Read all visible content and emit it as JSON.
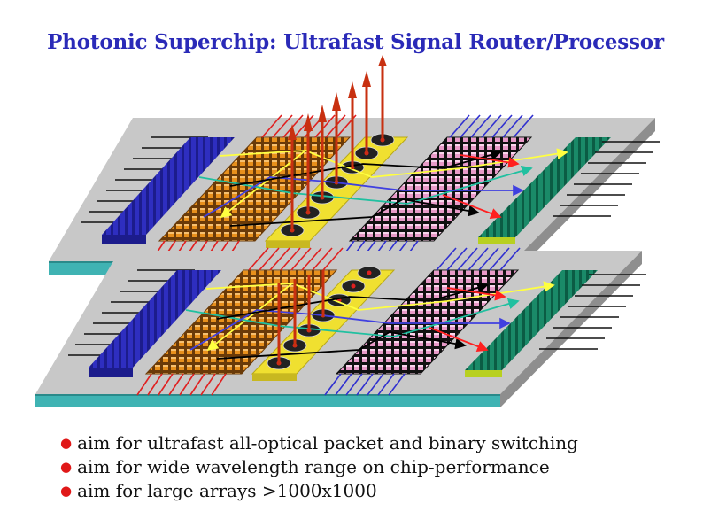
{
  "title": "Photonic Superchip: Ultrafast Signal Router/Processor",
  "bullets": [
    "aim for ultrafast all-optical packet and binary switching",
    "aim for wide wavelength range on chip-performance",
    "aim for large arrays >1000x1000"
  ],
  "colors": {
    "title": "#2a2ab8",
    "bullet_marker": "#e01818",
    "slab_top": "#c8c8c8",
    "slab_front": "#3fb3b3",
    "slab_side": "#8e8e8e",
    "input_array": "#1c1c8c",
    "switch_matrix": "#e8901c",
    "ring_resonator_strip": "#f0e030",
    "pink_array": "#e89ac8",
    "output_array": "#1a8a68",
    "red_fibers": "#e02020",
    "blue_fibers": "#3030d0",
    "signal_outputs": "#c83010",
    "routing_arrows": [
      "#ffff40",
      "#20c0a0",
      "#4040e0",
      "#000000",
      "#ff2020"
    ]
  }
}
